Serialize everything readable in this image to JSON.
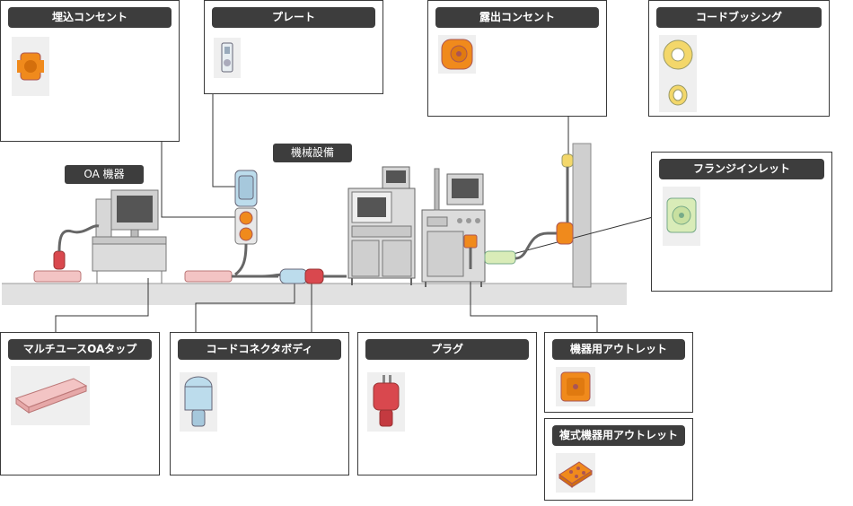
{
  "labels": {
    "oa_equipment": "OA 機器",
    "machinery": "機械設備"
  },
  "products": {
    "embedded_outlet": "埋込コンセント",
    "plate": "プレート",
    "exposed_outlet": "露出コンセント",
    "cord_bushing": "コードブッシング",
    "flange_inlet": "フランジインレット",
    "multi_use_oa_tap": "マルチユースOAタップ",
    "cord_connector_body": "コードコネクタボディ",
    "plug": "プラグ",
    "equipment_outlet": "機器用アウトレット",
    "multi_equipment_outlet": "複式機器用アウトレット"
  },
  "colors": {
    "orange": "#f08a1c",
    "red": "#d9484e",
    "light_blue": "#bcdcec",
    "pink": "#f3c4c4",
    "light_green": "#d9ecb8",
    "gray": "#d9d9d9"
  }
}
